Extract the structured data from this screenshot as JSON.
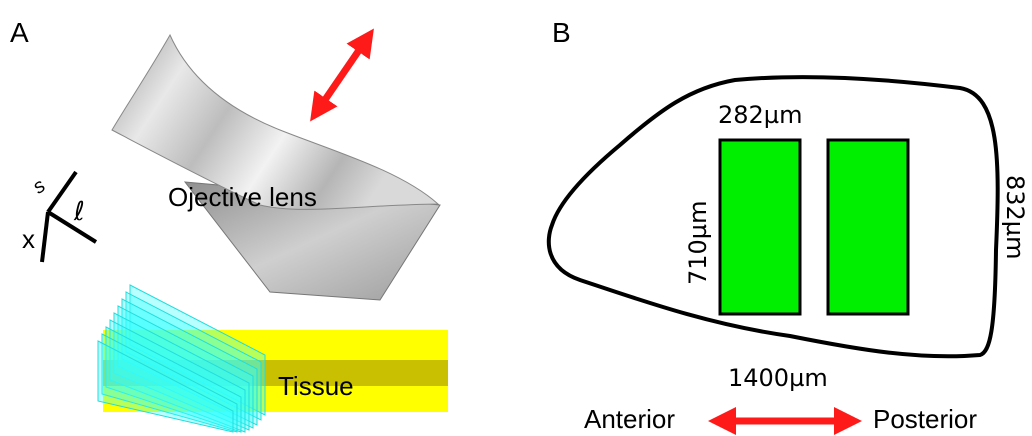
{
  "panel_a": {
    "label": "A",
    "lens_label": "Ojective lens",
    "tissue_label": "Tissue",
    "axis_s": "s",
    "axis_l": "ℓ",
    "axis_x": "x"
  },
  "panel_b": {
    "label": "B",
    "width_label": "282µm",
    "height_label": "710µm",
    "outline_height_label": "832µm",
    "outline_width_label": "1400µm",
    "anterior_label": "Anterior",
    "posterior_label": "Posterior"
  },
  "colors": {
    "arrow": "#ff1a1a",
    "green_box": "#00ee00",
    "cyan_planes": "#33ffff",
    "tissue_light": "#ffff00",
    "tissue_dark": "#c8c000",
    "lens_gray": "#c9c9c9"
  }
}
